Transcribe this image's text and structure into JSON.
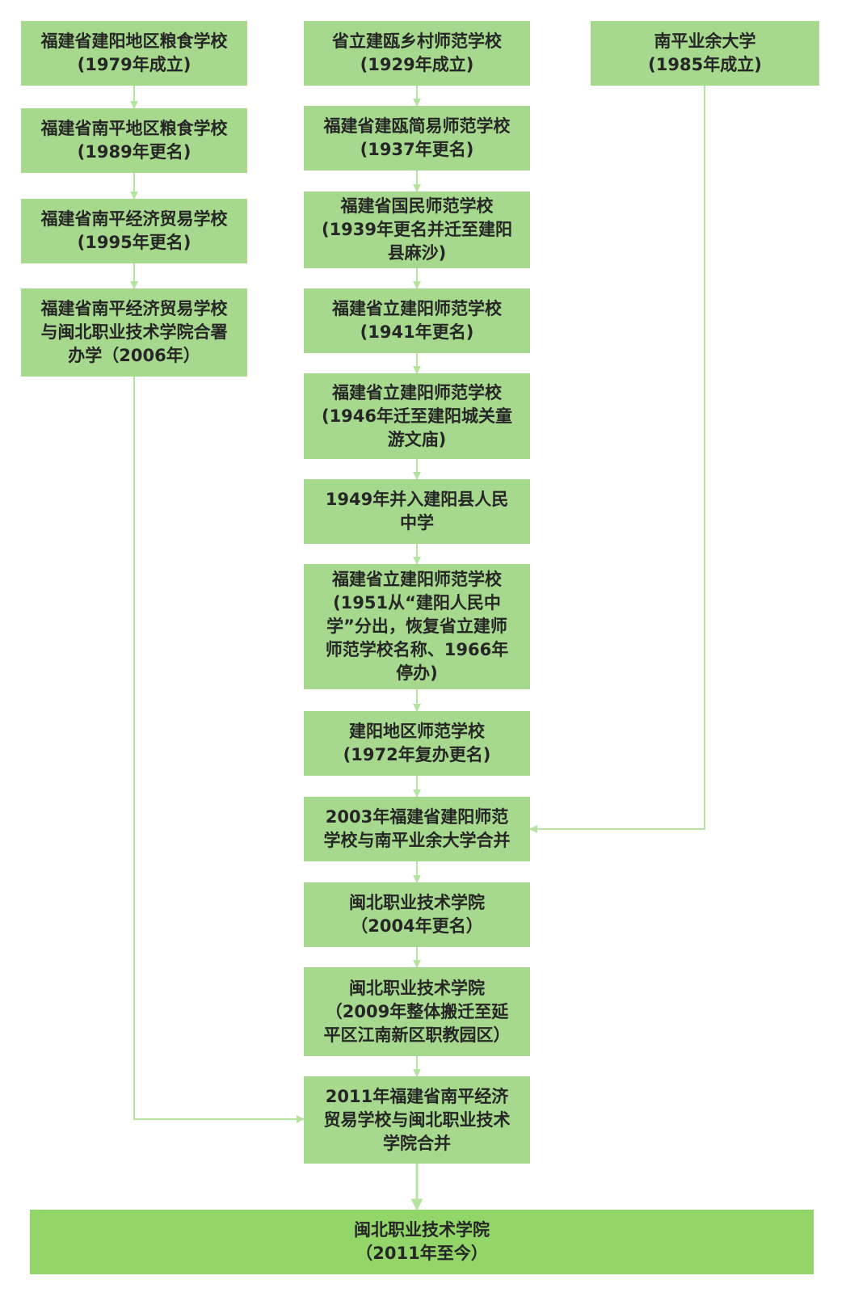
{
  "nodes": [
    {
      "id": "a1",
      "text": "福建省建阳地区粮食学校\n(1979年成立)"
    },
    {
      "id": "a2",
      "text": "福建省南平地区粮食学校\n(1989年更名)"
    },
    {
      "id": "a3",
      "text": "福建省南平经济贸易学校\n(1995年更名)"
    },
    {
      "id": "a4",
      "text": "福建省南平经济贸易学校\n与闽北职业技术学院合署\n办学（2006年）"
    },
    {
      "id": "b1",
      "text": "省立建瓯乡村师范学校\n(1929年成立)"
    },
    {
      "id": "b2",
      "text": "福建省建瓯简易师范学校\n(1937年更名)"
    },
    {
      "id": "b3",
      "text": "福建省国民师范学校\n(1939年更名并迁至建阳\n县麻沙)"
    },
    {
      "id": "b4",
      "text": "福建省立建阳师范学校\n(1941年更名)"
    },
    {
      "id": "b5",
      "text": "福建省立建阳师范学校\n(1946年迁至建阳城关童\n游文庙)"
    },
    {
      "id": "b6",
      "text": "1949年并入建阳县人民\n中学"
    },
    {
      "id": "b7",
      "text": "福建省立建阳师范学校\n(1951从“建阳人民中\n学”分出，恢复省立建师\n师范学校名称、1966年\n停办)"
    },
    {
      "id": "b8",
      "text": "建阳地区师范学校\n(1972年复办更名)"
    },
    {
      "id": "b9",
      "text": "2003年福建省建阳师范\n学校与南平业余大学合并"
    },
    {
      "id": "b10",
      "text": "闽北职业技术学院\n（2004年更名）"
    },
    {
      "id": "b11",
      "text": "闽北职业技术学院\n（2009年整体搬迁至延\n平区江南新区职教园区）"
    },
    {
      "id": "b12",
      "text": "2011年福建省南平经济\n贸易学校与闽北职业技术\n学院合并"
    },
    {
      "id": "c1",
      "text": "南平业余大学\n(1985年成立)"
    },
    {
      "id": "final",
      "text": "闽北职业技术学院\n（2011年至今）"
    }
  ],
  "colors": {
    "node": "#a6d98d",
    "final_node": "#92d669",
    "connector": "#b7e3a0",
    "text": "#262626"
  }
}
